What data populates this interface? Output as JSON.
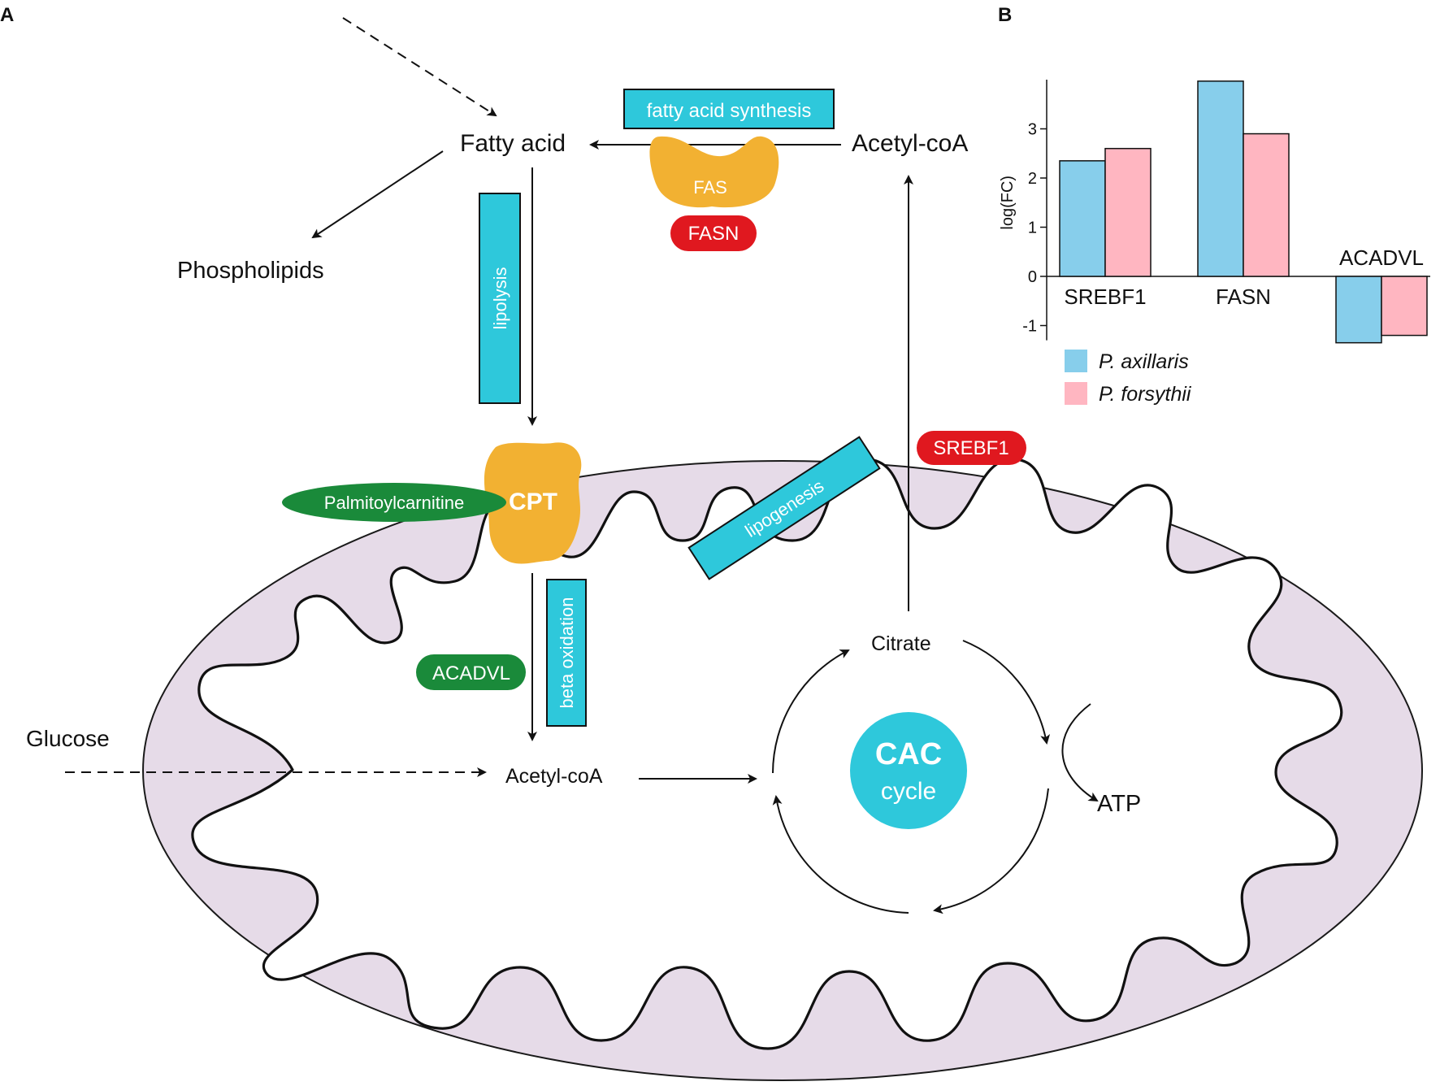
{
  "panel_a": {
    "letter": "A",
    "nodes": {
      "fatty_acid": "Fatty acid",
      "acetyl_coa_top": "Acetyl-coA",
      "phospholipids": "Phospholipids",
      "glucose": "Glucose",
      "acetyl_coa_mito": "Acetyl-coA",
      "citrate": "Citrate",
      "atp": "ATP",
      "cac_line1": "CAC",
      "cac_line2": "cycle"
    },
    "processes": {
      "fatty_acid_synthesis": "fatty acid synthesis",
      "lipolysis": "lipolysis",
      "beta_oxidation": "beta oxidation",
      "lipogenesis": "lipogenesis"
    },
    "enzymes": {
      "fas": "FAS",
      "cpt": "CPT"
    },
    "genes": {
      "fasn": "FASN",
      "srebf1": "SREBF1",
      "acadvl": "ACADVL"
    },
    "metabolites": {
      "palmitoylcarnitine": "Palmitoylcarnitine"
    },
    "colors": {
      "process_box": "#2ec8db",
      "enzyme": "#f2b132",
      "gene_up": "#e0181f",
      "gene_down": "#1a8a3a",
      "mitochondrion": "#e6dbe8",
      "cac": "#2ec8db"
    }
  },
  "panel_b": {
    "letter": "B"
  },
  "chart_data": {
    "type": "bar",
    "categories": [
      "SREBF1",
      "FASN",
      "ACADVL"
    ],
    "series": [
      {
        "name": "P. axillaris",
        "values": [
          2.35,
          3.97,
          -1.35
        ],
        "color": "#87ceeb"
      },
      {
        "name": "P. forsythii",
        "values": [
          2.6,
          2.9,
          -1.2
        ],
        "color": "#ffb6c1"
      }
    ],
    "ylabel": "log(FC)",
    "ylim": [
      -1.3,
      4.0
    ],
    "yticks": [
      -1,
      0,
      1,
      2,
      3
    ],
    "legend": "bottom-left"
  }
}
